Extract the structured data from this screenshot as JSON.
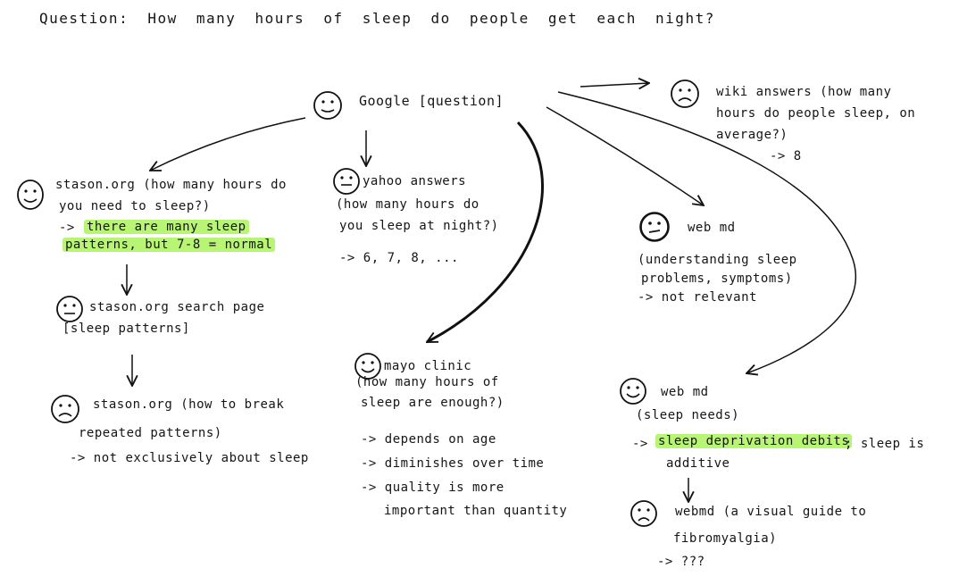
{
  "question": "Question:  How many hours of sleep do people get each night?",
  "google": "Google [question]",
  "wiki": {
    "l1": "wiki answers (how many",
    "l2": "hours do people sleep, on",
    "l3": "average?)",
    "r": "-> 8"
  },
  "stason1": {
    "l1": "stason.org (how many hours do",
    "l2": "you need to sleep?)",
    "arrow": "->",
    "h1": "there are many sleep",
    "h2": "patterns, but 7-8 = normal"
  },
  "yahoo": {
    "l1": "yahoo answers",
    "l2": "(how many hours do",
    "l3": "you sleep at night?)",
    "r": "-> 6, 7, 8, ..."
  },
  "webmd1": {
    "l1": "web md",
    "l2": "(understanding sleep",
    "l3": "problems, symptoms)",
    "r": "-> not relevant"
  },
  "stason2": {
    "l1": "stason.org search page",
    "l2": "[sleep patterns]"
  },
  "stason3": {
    "l1": "stason.org (how to break",
    "l2": "repeated patterns)",
    "r": "-> not exclusively about sleep"
  },
  "mayo": {
    "l1": "mayo clinic",
    "l2": "(how many hours of",
    "l3": "sleep are enough?)",
    "r1": "-> depends on age",
    "r2": "-> diminishes over time",
    "r3": "-> quality is more",
    "r4": "important than quantity"
  },
  "webmd2": {
    "l1": "web md",
    "l2": "(sleep needs)",
    "arrow": "->",
    "h": "sleep deprivation debits",
    "rest": "; sleep is",
    "l4": "additive"
  },
  "webmd3": {
    "l1": "webmd (a visual guide to",
    "l2": "fibromyalgia)",
    "r": "-> ???"
  }
}
